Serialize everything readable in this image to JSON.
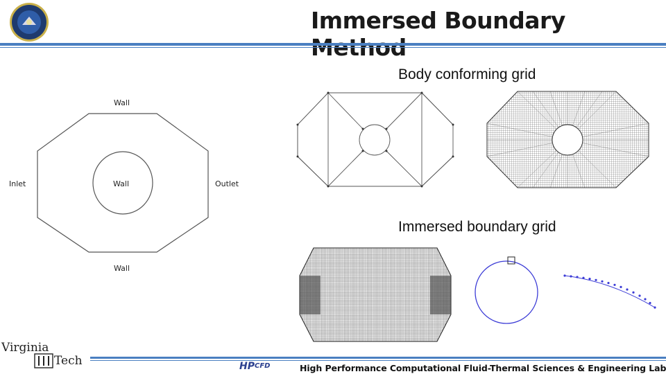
{
  "header": {
    "title": "Immersed Boundary Method"
  },
  "left_diagram": {
    "top_label": "Wall",
    "bottom_label": "Wall",
    "left_label": "Inlet",
    "right_label": "Outlet",
    "center_label": "Wall"
  },
  "right_panel": {
    "body_conforming_label": "Body conforming grid",
    "immersed_boundary_label": "Immersed boundary grid"
  },
  "footer": {
    "lab_name": "High Performance Computational Fluid-Thermal Sciences & Engineering Lab",
    "university_logo_text": "Virginia Tech",
    "lab_logo_text": "HPCFD"
  },
  "colors": {
    "rule_blue": "#4a7fc1",
    "circle_blue": "#3b3bd6",
    "seal_navy": "#1e3a6e"
  }
}
